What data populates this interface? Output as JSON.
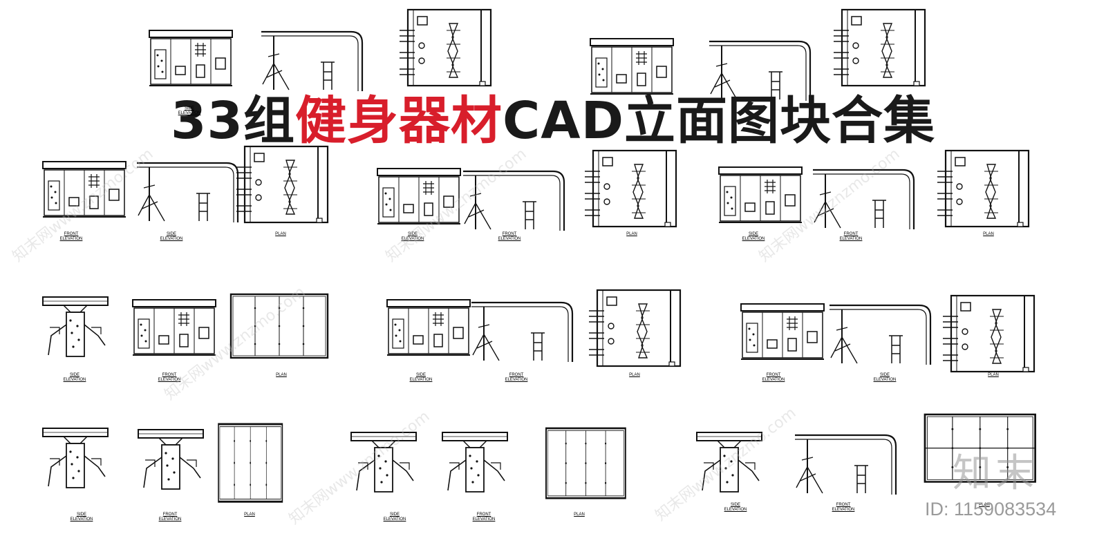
{
  "title": {
    "count": "33组",
    "highlight": "健身器材",
    "rest": "CAD立面图块合集"
  },
  "colors": {
    "title_dark": "#1a1a1a",
    "title_red": "#d81e2b",
    "line": "#111111",
    "watermark": "#bebebe"
  },
  "watermark": {
    "text": "知末网www.znzmo.com",
    "logo": "知末",
    "id": "ID: 1159083534"
  },
  "labels": {
    "r0_side": "SIDE\nELEVATION",
    "r1a_front": "FRONT\nELEVATION",
    "r1a_side": "SIDE\nELEVATION",
    "r1a_plan": "PLAN",
    "r1b_side": "SIDE\nELEVATION",
    "r1b_front": "FRONT\nELEVATION",
    "r1b_plan": "PLAN",
    "r1c_side": "SIDE\nELEVATION",
    "r1c_front": "FRONT\nELEVATION",
    "r1c_plan": "PLAN",
    "r2a_side": "SIDE\nELEVATION",
    "r2a_front": "FRONT\nELEVATION",
    "r2a_plan": "PLAN",
    "r2b_side": "SIDE\nELEVATION",
    "r2b_front": "FRONT\nELEVATION",
    "r2b_plan": "PLAN",
    "r2c_front": "FRONT\nELEVATION",
    "r2c_side": "SIDE\nELEVATION",
    "r2c_plan": "PLAN",
    "r3a_side": "SIDE\nELEVATION",
    "r3a_front": "FRONT\nELEVATION",
    "r3a_plan": "PLAN",
    "r3b_side": "SIDE\nELEVATION",
    "r3b_front": "FRONT\nELEVATION",
    "r3b_plan": "PLAN",
    "r3c_side": "SIDE\nELEVATION",
    "r3c_front": "FRONT\nELEVATION",
    "r3c_plan": "PLAN"
  }
}
